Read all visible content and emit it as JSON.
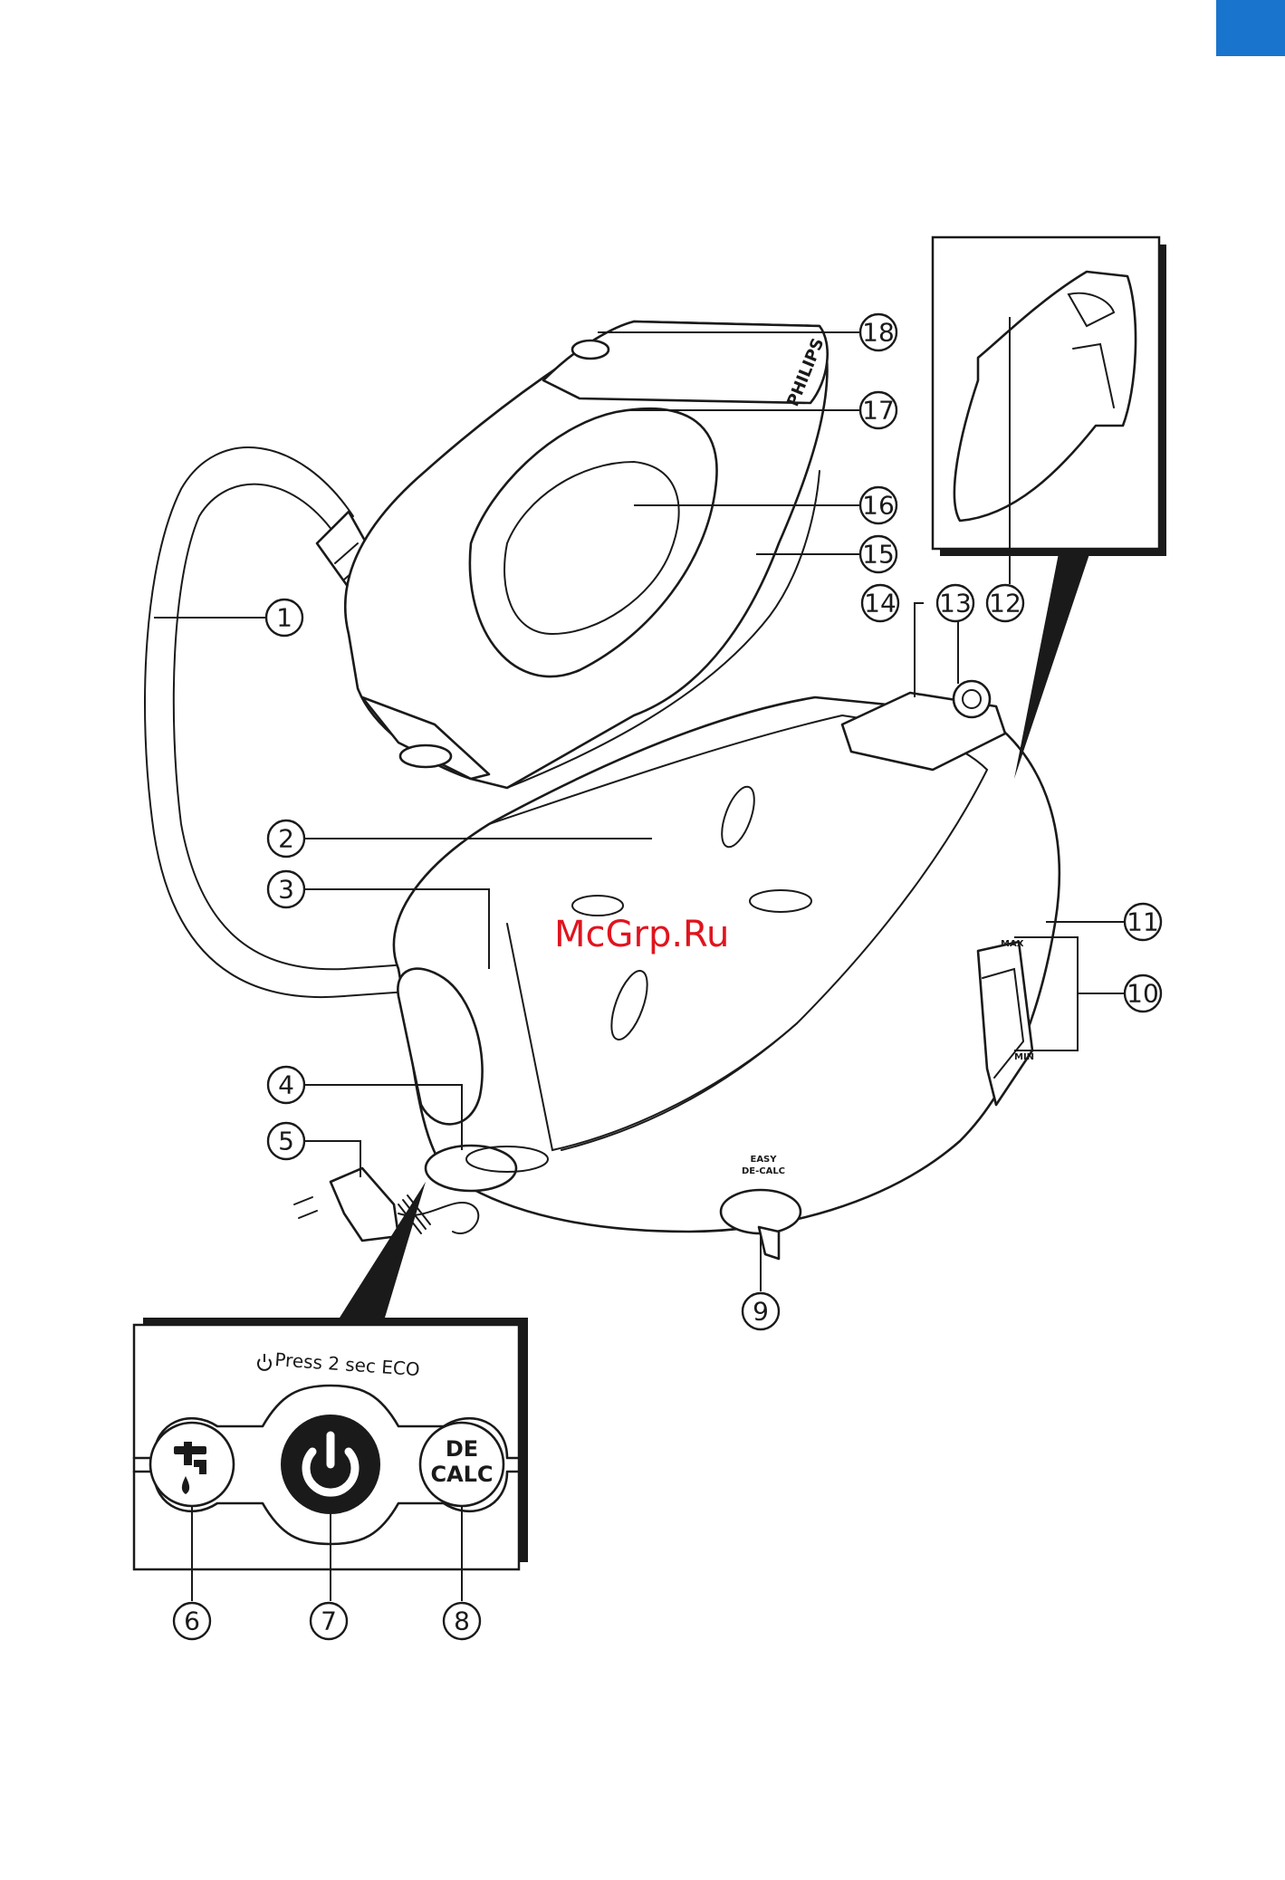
{
  "watermark": "McGrp.Ru",
  "colors": {
    "corner_tab": "#1874cd",
    "watermark": "#e0141e",
    "line_art": "#1a1a1a"
  },
  "iron": {
    "brand": "PHILIPS"
  },
  "base": {
    "max_label": "MAX",
    "min_label": "MIN",
    "easy_decalc_line1": "EASY",
    "easy_decalc_line2": "DE-CALC"
  },
  "control_panel": {
    "caption": "Press 2 sec ECO",
    "decalc_line1": "DE",
    "decalc_line2": "CALC",
    "icons": [
      "water-tap-icon",
      "power-icon",
      "decalc-icon"
    ]
  },
  "callouts": [
    "1",
    "2",
    "3",
    "4",
    "5",
    "6",
    "7",
    "8",
    "9",
    "10",
    "11",
    "12",
    "13",
    "14",
    "15",
    "16",
    "17",
    "18"
  ]
}
